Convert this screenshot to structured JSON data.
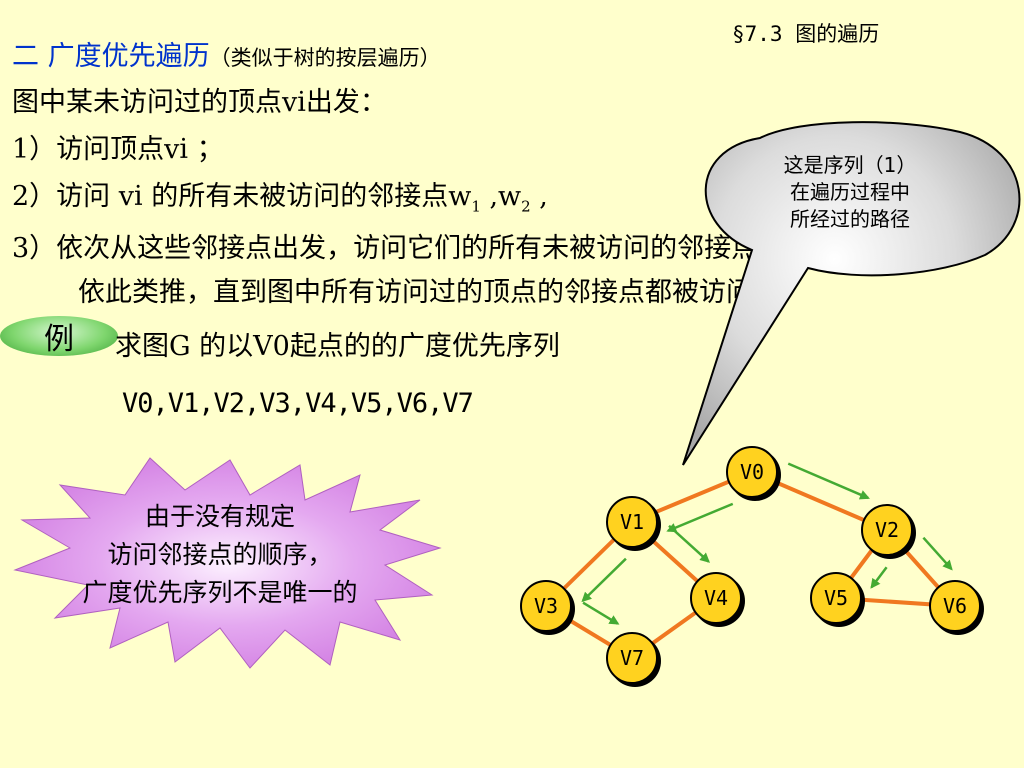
{
  "header": {
    "section": "§7.3 图的遍历"
  },
  "title": {
    "main": "二 广度优先遍历",
    "paren": "（类似于树的按层遍历）"
  },
  "body": {
    "line1": "图中某未访问过的顶点vi出发：",
    "line2": "1）访问顶点vi ；",
    "line3_pre": "2）访问 vi 的所有未被访问的邻接点w",
    "line3_sub1": "1",
    "line3_mid": " ,w",
    "line3_sub2": "2",
    "line3_post": " ,",
    "line4": "3）依次从这些邻接点出发，访问它们的所有未被访问的邻接点；",
    "line5": "依此类推，直到图中所有访问过的顶点的邻接点都被访问；"
  },
  "example": {
    "label": "例",
    "question": "求图G 的以V0起点的的广度优先序列",
    "sequence": "V0,V1,V2,V3,V4,V5,V6,V7"
  },
  "callout": {
    "lines": [
      "这是序列（1）",
      "在遍历过程中",
      "所经过的路径"
    ]
  },
  "starburst": {
    "lines": [
      "由于没有规定",
      "访问邻接点的顺序，",
      "广度优先序列不是唯一的"
    ]
  },
  "graph": {
    "nodes": [
      {
        "id": "V0",
        "label": "V0"
      },
      {
        "id": "V1",
        "label": "V1"
      },
      {
        "id": "V2",
        "label": "V2"
      },
      {
        "id": "V3",
        "label": "V3"
      },
      {
        "id": "V4",
        "label": "V4"
      },
      {
        "id": "V5",
        "label": "V5"
      },
      {
        "id": "V6",
        "label": "V6"
      },
      {
        "id": "V7",
        "label": "V7"
      }
    ],
    "edges": [
      [
        "V0",
        "V1"
      ],
      [
        "V0",
        "V2"
      ],
      [
        "V1",
        "V3"
      ],
      [
        "V1",
        "V4"
      ],
      [
        "V3",
        "V7"
      ],
      [
        "V4",
        "V7"
      ],
      [
        "V2",
        "V5"
      ],
      [
        "V2",
        "V6"
      ],
      [
        "V5",
        "V6"
      ]
    ],
    "colors": {
      "edge": "#F07820",
      "arrow": "#44AA33",
      "node": "#FFD21F",
      "node_border": "#000000"
    }
  }
}
